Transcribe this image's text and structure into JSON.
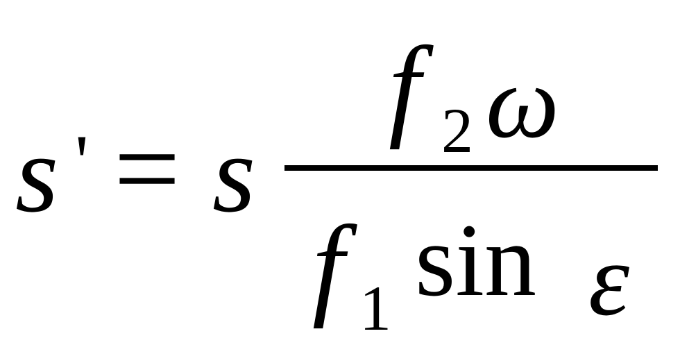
{
  "equation": {
    "lhs": {
      "symbol": "s",
      "prime": "'"
    },
    "operator": "=",
    "rhs": {
      "factor": "s",
      "numerator": {
        "symbol": "f",
        "subscript": "2",
        "trailing": "ω"
      },
      "denominator": {
        "symbol": "f",
        "subscript": "1",
        "func": "sin",
        "arg": "ε"
      }
    }
  }
}
